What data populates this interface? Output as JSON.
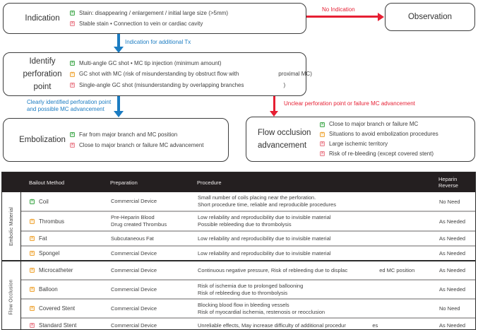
{
  "palette": {
    "arrow_blue": "#1b7cc2",
    "arrow_red": "#e61f33",
    "marker_green": "#43a94e",
    "marker_yellow": "#f0a63a",
    "marker_red": "#e85f6e",
    "table_header_bg": "#241f20"
  },
  "flowchart": {
    "indication": {
      "label": "Indication",
      "items": [
        {
          "marker": "green",
          "text": "Stain: disappearing / enlargement / initial large size (>5mm)"
        },
        {
          "marker": "red",
          "text": "Stable stain • Connection to vein or cardiac cavity"
        }
      ]
    },
    "observation": {
      "label": "Observation"
    },
    "identify": {
      "label_line1": "Identify",
      "label_line2": "perforation point",
      "items": [
        {
          "marker": "green",
          "text": "Multi-angle GC shot • MC tip injection (minimum amount)"
        },
        {
          "marker": "yellow",
          "text": "GC shot with MC (risk of misunderstanding by obstruct flow with       proximal MC)"
        },
        {
          "marker": "red",
          "text": "Single-angle GC shot (misunderstanding by overlapping branches       )"
        }
      ]
    },
    "embolization": {
      "label": "Embolization",
      "items": [
        {
          "marker": "green",
          "text": "Far from major branch and MC position"
        },
        {
          "marker": "red",
          "text": "Close to major branch or failure MC advancement"
        }
      ]
    },
    "flow_occlusion": {
      "label_line1": "Flow occlusion",
      "label_line2": "advancement",
      "items": [
        {
          "marker": "green",
          "text": "Close to major branch or failure MC"
        },
        {
          "marker": "yellow",
          "text": "Situations to avoid embolization procedures"
        },
        {
          "marker": "red",
          "text": "Large ischemic territory"
        },
        {
          "marker": "red",
          "text": "Risk of re-bleeding (except covered stent)"
        }
      ]
    },
    "arrows": {
      "no_indication": "No Indication",
      "additional_tx": "Indication for additional Tx",
      "clear_line1": "Clearly identified perforation point",
      "clear_line2": "and possible MC advancement",
      "unclear": "Unclear perforation point or failure MC advancement"
    }
  },
  "table": {
    "headers": {
      "method": "Bailout Method",
      "preparation": "Preparation",
      "procedure": "Procedure",
      "heparin_line1": "Heparin",
      "heparin_line2": "Reverse"
    },
    "groups": [
      {
        "label": "Embolic Material"
      },
      {
        "label": "Flow Occlusion"
      }
    ],
    "rows": [
      {
        "marker": "green",
        "method": "Coil",
        "preparation": [
          "Commercial Device"
        ],
        "procedure": [
          "Small number of coils placing near the perforation.",
          "Short procedure time, reliable and reproducible procedures"
        ],
        "heparin": "No Need"
      },
      {
        "marker": "yellow",
        "method": "Thrombus",
        "preparation": [
          "Pre-Heparin Blood",
          "Drug created Thrombus"
        ],
        "procedure": [
          "Low reliability and reproducibility due to invisible material",
          "Possible rebleeding due to thrombolysis"
        ],
        "heparin": "As Needed"
      },
      {
        "marker": "yellow",
        "method": "Fat",
        "preparation": [
          "Subcutaneous Fat"
        ],
        "procedure": [
          "Low reliability and reproducibility due to invisible material"
        ],
        "heparin": "As Needed"
      },
      {
        "marker": "yellow",
        "method": "Spongel",
        "preparation": [
          "Commercial Device"
        ],
        "procedure": [
          "Low reliability and reproducibility due to invisible material"
        ],
        "heparin": "As Needed"
      },
      {
        "marker": "yellow",
        "method": "Microcatheter",
        "preparation": [
          "Commercial Device"
        ],
        "procedure": [
          "Continuous negative pressure, Risk of rebleeding due to displac      ed MC position"
        ],
        "heparin": "As Needed"
      },
      {
        "marker": "yellow",
        "method": "Balloon",
        "preparation": [
          "Commercial Device"
        ],
        "procedure": [
          "Risk of ischemia due to prolonged ballooning",
          "Risk of rebleeding due to thrombolysis"
        ],
        "heparin": "As Needed"
      },
      {
        "marker": "yellow",
        "method": "Covered Stent",
        "preparation": [
          "Commercial Device"
        ],
        "procedure": [
          "Blocking blood flow in bleeding vessels",
          "Risk of myocardial ischemia, restenosis or reocclusion"
        ],
        "heparin": "No Need"
      },
      {
        "marker": "red",
        "method": "Standard Stent",
        "preparation": [
          "Commercial Device"
        ],
        "procedure": [
          "Unreliable effects, May increase difficulty of additional procedur     es"
        ],
        "heparin": "As Needed"
      }
    ]
  }
}
